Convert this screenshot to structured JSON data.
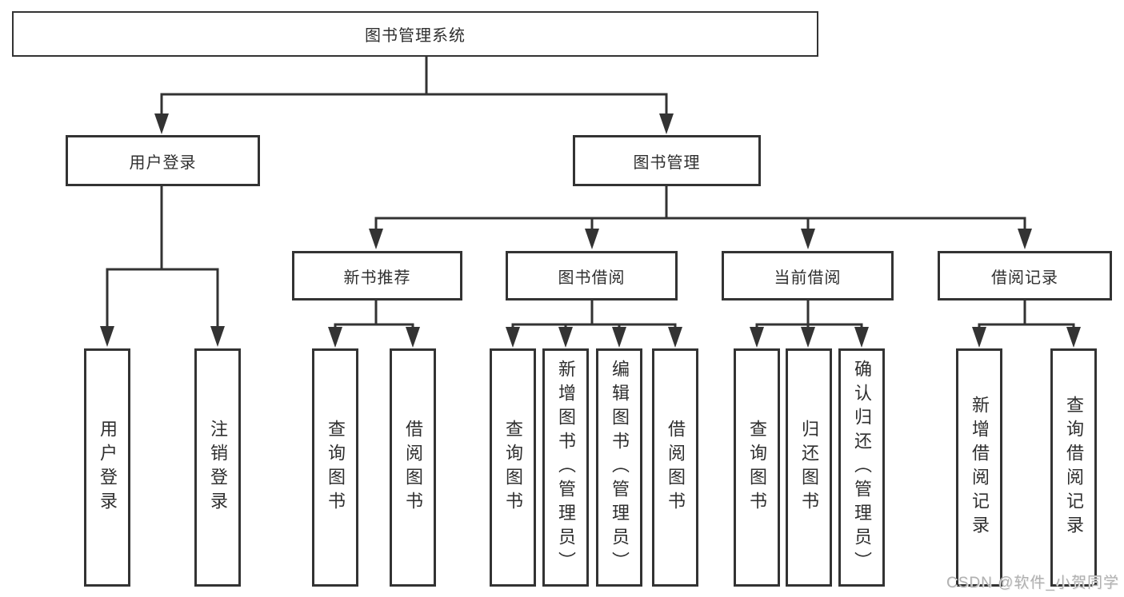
{
  "tree": {
    "root": {
      "label": "图书管理系统",
      "children": [
        {
          "label": "用户登录",
          "children": [
            {
              "label": "用户登录"
            },
            {
              "label": "注销登录"
            }
          ]
        },
        {
          "label": "图书管理",
          "children": [
            {
              "label": "新书推荐",
              "children": [
                {
                  "label": "查询图书"
                },
                {
                  "label": "借阅图书"
                }
              ]
            },
            {
              "label": "图书借阅",
              "children": [
                {
                  "label": "查询图书"
                },
                {
                  "label": "新增图书（管理员）"
                },
                {
                  "label": "编辑图书（管理员）"
                },
                {
                  "label": "借阅图书"
                }
              ]
            },
            {
              "label": "当前借阅",
              "children": [
                {
                  "label": "查询图书"
                },
                {
                  "label": "归还图书"
                },
                {
                  "label": "确认归还（管理员）"
                }
              ]
            },
            {
              "label": "借阅记录",
              "children": [
                {
                  "label": "新增借阅记录"
                },
                {
                  "label": "查询借阅记录"
                }
              ]
            }
          ]
        }
      ]
    }
  },
  "watermark": {
    "text": "CSDN @软件_小贺同学"
  },
  "colors": {
    "line": "#333333",
    "box_border": "#333333",
    "box_background": "#ffffff",
    "label_text": "#2f2f2f",
    "watermark_text": "#b0b0b0",
    "page_background": "#ffffff"
  }
}
